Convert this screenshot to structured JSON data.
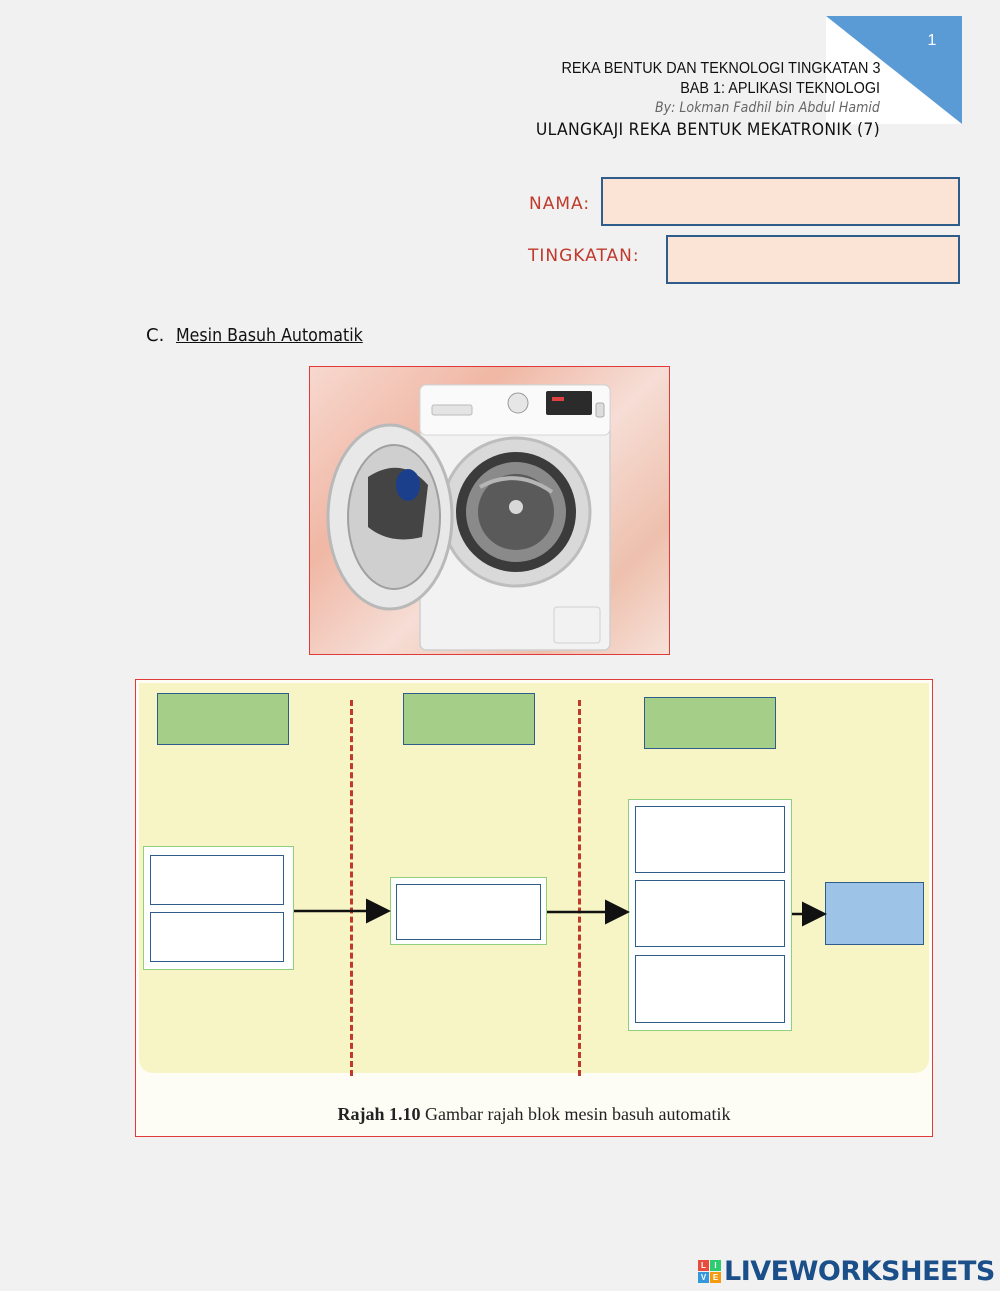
{
  "page": {
    "number": "1",
    "colors": {
      "corner": "#5b9bd5",
      "label_red": "#c0392b",
      "field_fill": "#fbe3d6",
      "header_green": "#a5cf88",
      "output_blue": "#9dc3e6"
    }
  },
  "header": {
    "line1": "REKA BENTUK DAN TEKNOLOGI TINGKATAN 3",
    "line2": "BAB 1: APLIKASI TEKNOLOGI",
    "author": "By: Lokman Fadhil bin Abdul Hamid",
    "title": "ULANGKAJI REKA BENTUK MEKATRONIK (7)"
  },
  "form": {
    "nama_label": "NAMA:",
    "nama_value": "",
    "tingkatan_label": "TINGKATAN:",
    "tingkatan_value": ""
  },
  "section": {
    "letter": "C.",
    "title": "Mesin Basuh Automatik"
  },
  "photo": {
    "subject": "washing-machine-image"
  },
  "diagram": {
    "caption_bold": "Rajah 1.10",
    "caption_rest": " Gambar rajah blok mesin basuh automatik",
    "column_headers": [
      "",
      "",
      ""
    ],
    "input_slots": [
      "",
      ""
    ],
    "process_slots": [
      ""
    ],
    "output_slots": [
      "",
      "",
      ""
    ],
    "final_output": ""
  },
  "footer": {
    "brand": "LIVEWORKSHEETS",
    "brand_mark": "LIVE"
  }
}
